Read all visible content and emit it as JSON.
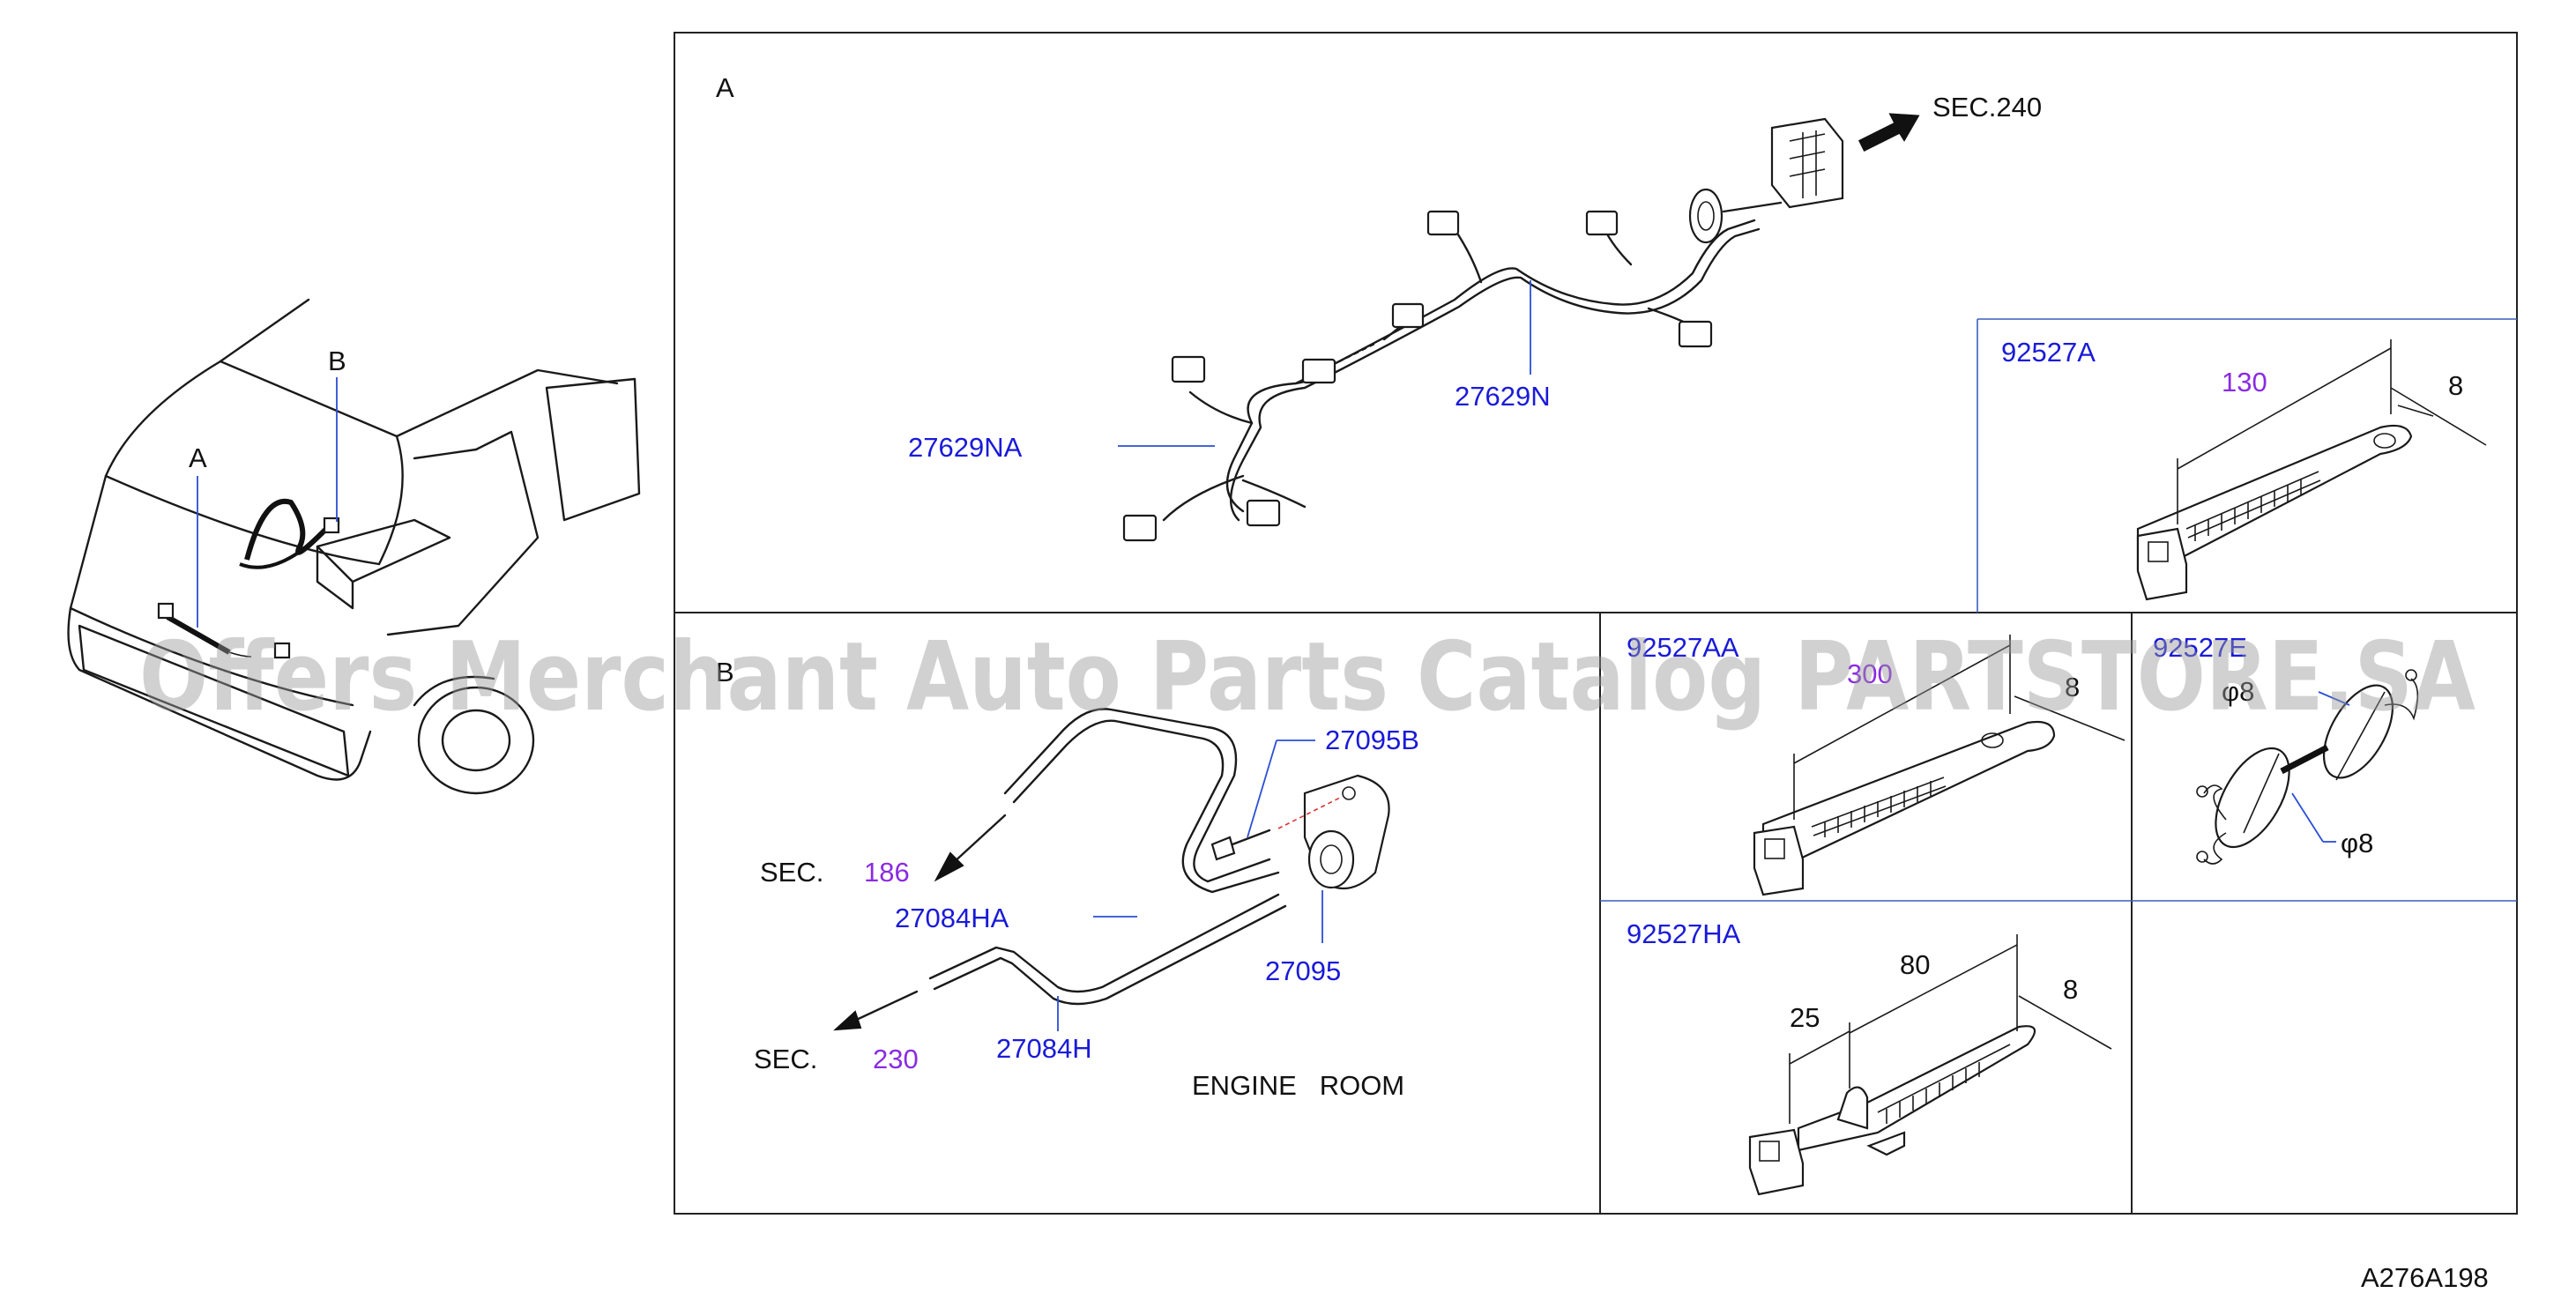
{
  "panels": {
    "a_label": "A",
    "b_label": "B"
  },
  "vehicle": {
    "label_a": "A",
    "label_b": "B"
  },
  "panel_a": {
    "sec_ref": "SEC.240",
    "part_main": "27629N",
    "part_sub": "27629NA"
  },
  "clip_92527A": {
    "part": "92527A",
    "length": "130",
    "width": "8"
  },
  "panel_b": {
    "sec1_prefix": "SEC.",
    "sec1_num": "186",
    "sec2_prefix": "SEC.",
    "sec2_num": "230",
    "part_bolt": "27095B",
    "part_bracket": "27095",
    "part_hose_a": "27084HA",
    "part_hose": "27084H",
    "location": "ENGINE   ROOM"
  },
  "clip_92527AA": {
    "part": "92527AA",
    "length": "300",
    "width": "8"
  },
  "clip_92527E": {
    "part": "92527E",
    "dia_top": "φ8",
    "dia_bottom": "φ8"
  },
  "clip_92527HA": {
    "part": "92527HA",
    "offset": "25",
    "length": "80",
    "width": "8"
  },
  "diagram_id": "A276A198",
  "watermark": "Offers Merchant Auto Parts Catalog PARTSTORE.SA",
  "colors": {
    "part_number": "#1a1ad9",
    "dimension": "#8a2be2",
    "leader": "#2a4fd6"
  }
}
